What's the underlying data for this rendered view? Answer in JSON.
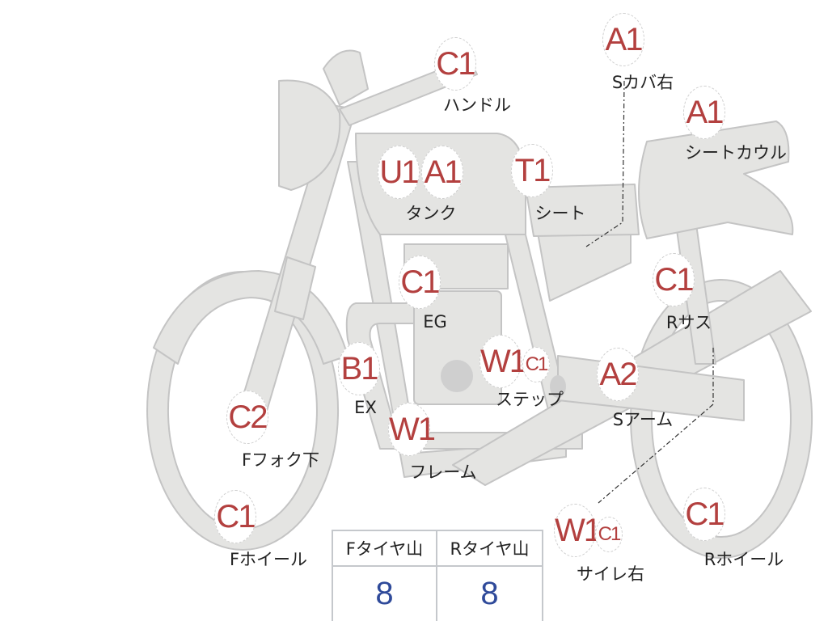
{
  "colors": {
    "part_fill": "#e4e4e2",
    "part_stroke": "#c4c4c4",
    "code": "#b3403f",
    "value": "#2f4a9a"
  },
  "labels": [
    {
      "codes": [
        "C1"
      ],
      "part": "ハンドル"
    },
    {
      "codes": [
        "A1"
      ],
      "part": "Sカバ右"
    },
    {
      "codes": [
        "A1"
      ],
      "part": "シートカウル"
    },
    {
      "codes": [
        "U1",
        "A1"
      ],
      "part": "タンク"
    },
    {
      "codes": [
        "T1"
      ],
      "part": "シート"
    },
    {
      "codes": [
        "C1"
      ],
      "part": "EG"
    },
    {
      "codes": [
        "C1"
      ],
      "part": "Rサス"
    },
    {
      "codes": [
        "B1"
      ],
      "part": "EX"
    },
    {
      "codes": [
        "W1",
        "C1"
      ],
      "part": "ステップ"
    },
    {
      "codes": [
        "A2"
      ],
      "part": "Sアーム"
    },
    {
      "codes": [
        "C2"
      ],
      "part": "Fフォク下"
    },
    {
      "codes": [
        "W1"
      ],
      "part": "フレーム"
    },
    {
      "codes": [
        "C1"
      ],
      "part": "Fホイール"
    },
    {
      "codes": [
        "W1",
        "C1"
      ],
      "part": "サイレ右"
    },
    {
      "codes": [
        "C1"
      ],
      "part": "Rホイール"
    }
  ],
  "tire_table": {
    "headers": [
      "Fタイヤ山",
      "Rタイヤ山"
    ],
    "values": [
      "8",
      "8"
    ]
  }
}
